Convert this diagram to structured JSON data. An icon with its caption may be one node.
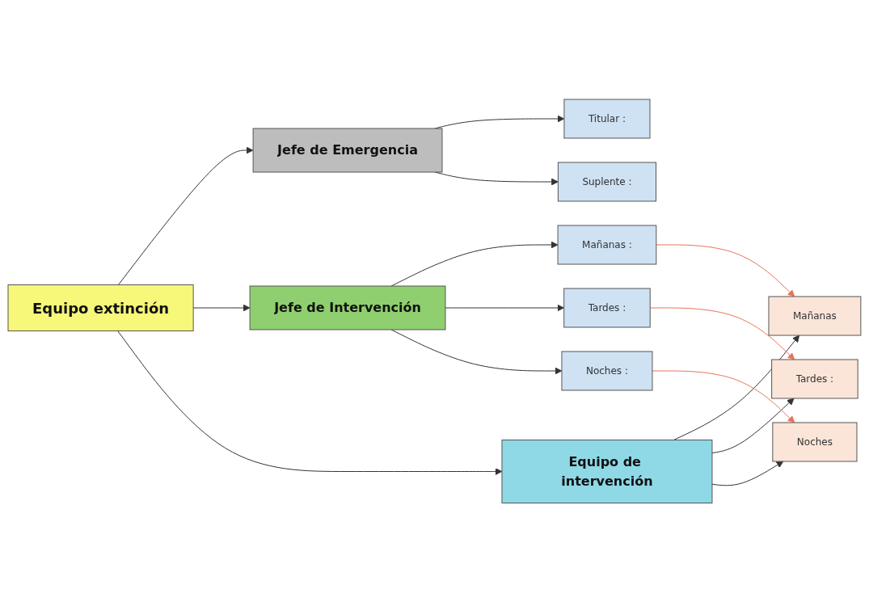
{
  "diagram": {
    "nodes": [
      {
        "text": [
          "Equipo extinción"
        ]
      },
      {
        "text": [
          "Jefe de Emergencia"
        ]
      },
      {
        "text": [
          "Jefe de Intervención"
        ]
      },
      {
        "text": [
          "Equipo de intervención"
        ]
      },
      {
        "text": [
          "Titular :"
        ]
      },
      {
        "text": [
          "Suplente :"
        ]
      },
      {
        "text": [
          "Mañanas :"
        ]
      },
      {
        "text": [
          "Tardes :"
        ]
      },
      {
        "text": [
          "Noches :"
        ]
      },
      {
        "text": [
          "Mañanas"
        ]
      },
      {
        "text": [
          "Tardes :"
        ]
      },
      {
        "text": [
          "Noches"
        ]
      }
    ],
    "edges": [
      {
        "from": 0,
        "to": 1,
        "arrow": "to"
      },
      {
        "from": 0,
        "to": 2,
        "arrow": "to"
      },
      {
        "from": 0,
        "to": 3,
        "arrow": "to"
      },
      {
        "from": 1,
        "to": 4,
        "arrow": "to"
      },
      {
        "from": 1,
        "to": 5,
        "arrow": "to"
      },
      {
        "from": 2,
        "to": 6,
        "arrow": "to"
      },
      {
        "from": 2,
        "to": 7,
        "arrow": "to"
      },
      {
        "from": 2,
        "to": 8,
        "arrow": "to"
      },
      {
        "from": 3,
        "to": 9,
        "arrow": "to"
      },
      {
        "from": 3,
        "to": 10,
        "arrow": "to"
      },
      {
        "from": 3,
        "to": 11,
        "arrow": "to"
      },
      {
        "from": 6,
        "to": 9,
        "arrow": "to",
        "color": "#e8735a"
      },
      {
        "from": 7,
        "to": 10,
        "arrow": "to",
        "color": "#e8735a"
      },
      {
        "from": 8,
        "to": 11,
        "arrow": "to",
        "color": "#e8735a"
      }
    ]
  }
}
